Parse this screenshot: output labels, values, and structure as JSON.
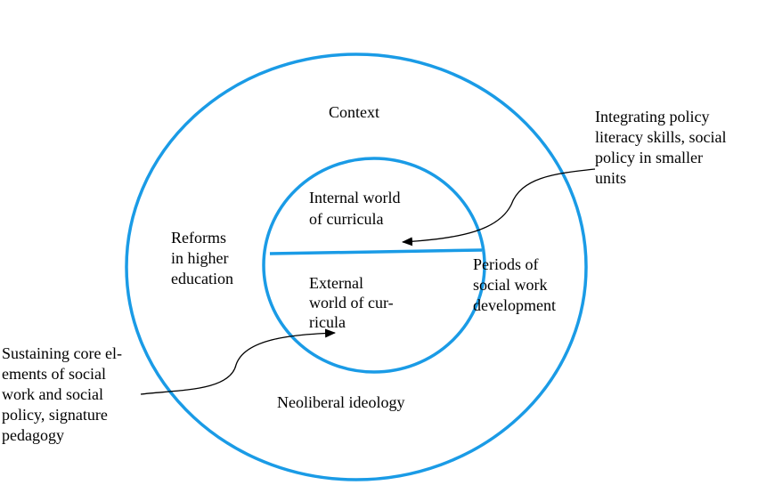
{
  "colors": {
    "circle_stroke": "#1a9be6",
    "arrow_stroke": "#000000",
    "text": "#000000",
    "background": "#ffffff"
  },
  "labels": {
    "context": "Context",
    "internal_world": "Internal world\nof curricula",
    "external_world": "External\nworld of cur-\nricula",
    "reforms": "Reforms\nin higher\neducation",
    "periods": "Periods of\nsocial work\ndevelopment",
    "neoliberal": "Neoliberal ideology",
    "integrating": "Integrating policy\nliteracy skills, social\npolicy in smaller\nunits",
    "sustaining": "Sustaining core el-\nements of social\nwork and social\npolicy, signature\npedagogy"
  }
}
